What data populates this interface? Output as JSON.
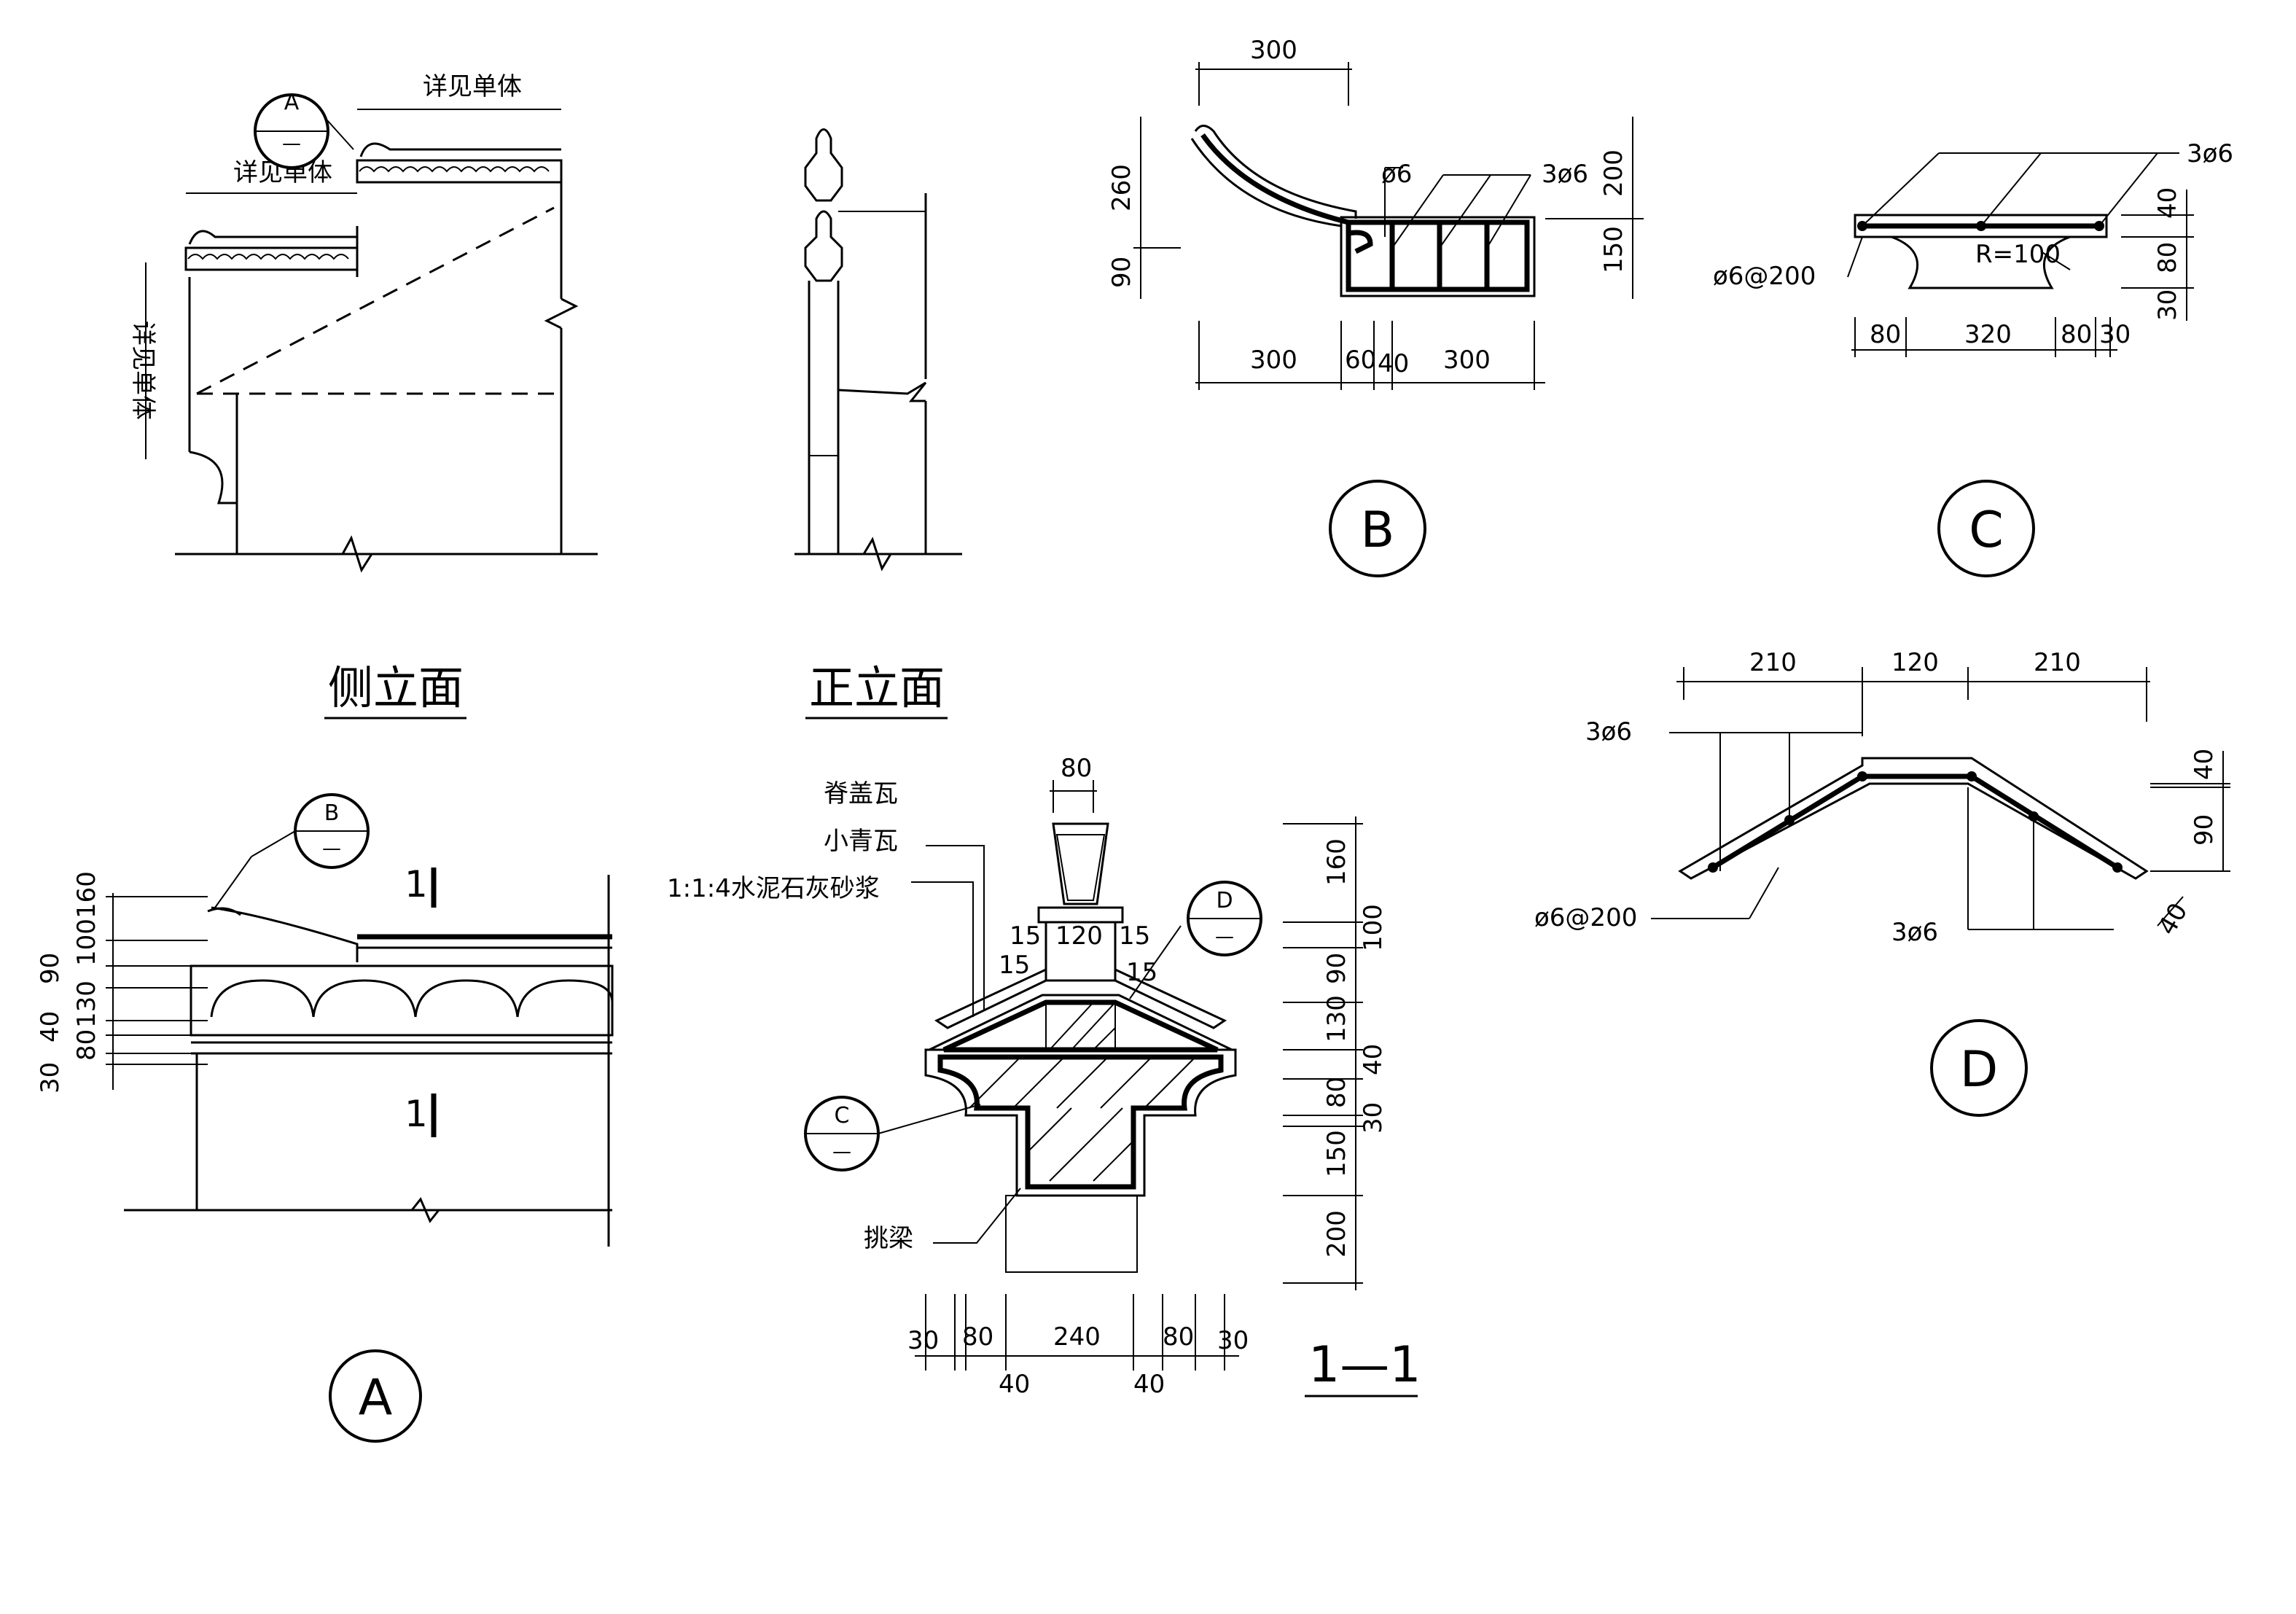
{
  "views": {
    "side_elevation": {
      "title": "侧立面",
      "note_top": "详见单体",
      "note_lower": "详见单体",
      "note_vertical": "详见单体"
    },
    "front_elevation": {
      "title": "正立面"
    },
    "detail_b": {
      "label": "B",
      "rebar_single": "ø6",
      "rebar_group": "3ø6"
    },
    "detail_c": {
      "label": "C",
      "rebar_top": "3ø6",
      "rebar_stirrup": "ø6@200",
      "radius": "R=100"
    },
    "detail_d": {
      "label": "D",
      "rebar_top": "3ø6",
      "rebar_stirrup": "ø6@200",
      "rebar_bottom": "3ø6"
    },
    "detail_a": {
      "label": "A",
      "section_mark": "1"
    },
    "section_1_1": {
      "title": "1—1",
      "notes": [
        "脊盖瓦",
        "小青瓦",
        "1:1:4水泥石灰砂浆",
        "挑梁"
      ]
    }
  },
  "callouts": {
    "a": {
      "letter": "A",
      "sub": "—"
    },
    "b": {
      "letter": "B",
      "sub": "—"
    },
    "c": {
      "letter": "C",
      "sub": "—"
    },
    "d": {
      "letter": "D",
      "sub": "—"
    }
  },
  "dims": {
    "b_top": "300",
    "b_left_upper": "260",
    "b_left_lower": "90",
    "b_right_upper": "200",
    "b_right_lower": "150",
    "b_bot_1": "300",
    "b_bot_2": "60",
    "b_bot_3": "40",
    "b_bot_4": "300",
    "c_r1": "40",
    "c_r2": "80",
    "c_r3": "30",
    "c_b1": "80",
    "c_b2": "320",
    "c_b3": "80",
    "c_b4": "30",
    "d_t1": "210",
    "d_t2": "120",
    "d_t3": "210",
    "d_r1": "40",
    "d_r2": "90",
    "d_r3": "40",
    "a_l1": "160",
    "a_l2": "100",
    "a_l3": "90",
    "a_l4": "130",
    "a_l5": "40",
    "a_l6": "80",
    "a_l7": "30",
    "s_top": "80",
    "s_w120": "120",
    "s_15a": "15",
    "s_15b": "15",
    "s_15c": "15",
    "s_15d": "15",
    "s_r1": "160",
    "s_r2": "100",
    "s_r3": "90",
    "s_r4": "130",
    "s_r5": "40",
    "s_r6": "80",
    "s_r7": "30",
    "s_r8": "150",
    "s_r9": "200",
    "s_b1": "30",
    "s_b2": "80",
    "s_b3": "240",
    "s_b4": "80",
    "s_b5": "30",
    "s_b6": "40",
    "s_b7": "40"
  }
}
